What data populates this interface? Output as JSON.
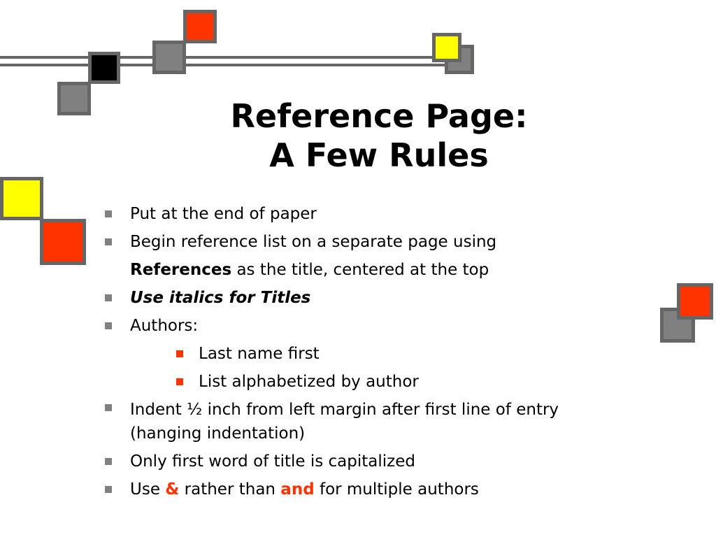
{
  "title": {
    "line1": "Reference Page:",
    "line2": "A Few Rules"
  },
  "bullets": {
    "b1": "Put at the end of paper",
    "b2": "Begin reference list on a separate page using",
    "b2_cont_bold": "References",
    "b2_cont_rest": " as the title, centered at the top",
    "b3": "Use italics for Titles",
    "b4": "Authors:",
    "b4_sub1": "Last name first",
    "b4_sub2": "List alphabetized by author",
    "b5": "Indent ½ inch from left margin after first line of entry (hanging indentation)",
    "b6": "Only first word of title is capitalized",
    "b7_pre": "Use ",
    "b7_amp": "&",
    "b7_mid": " rather than ",
    "b7_and": "and",
    "b7_post": " for multiple authors"
  },
  "colors": {
    "accent": "#ff3300",
    "bullet_gray": "#808080",
    "square_yellow": "#ffff00",
    "square_black": "#000000",
    "border_gray": "#666666"
  }
}
